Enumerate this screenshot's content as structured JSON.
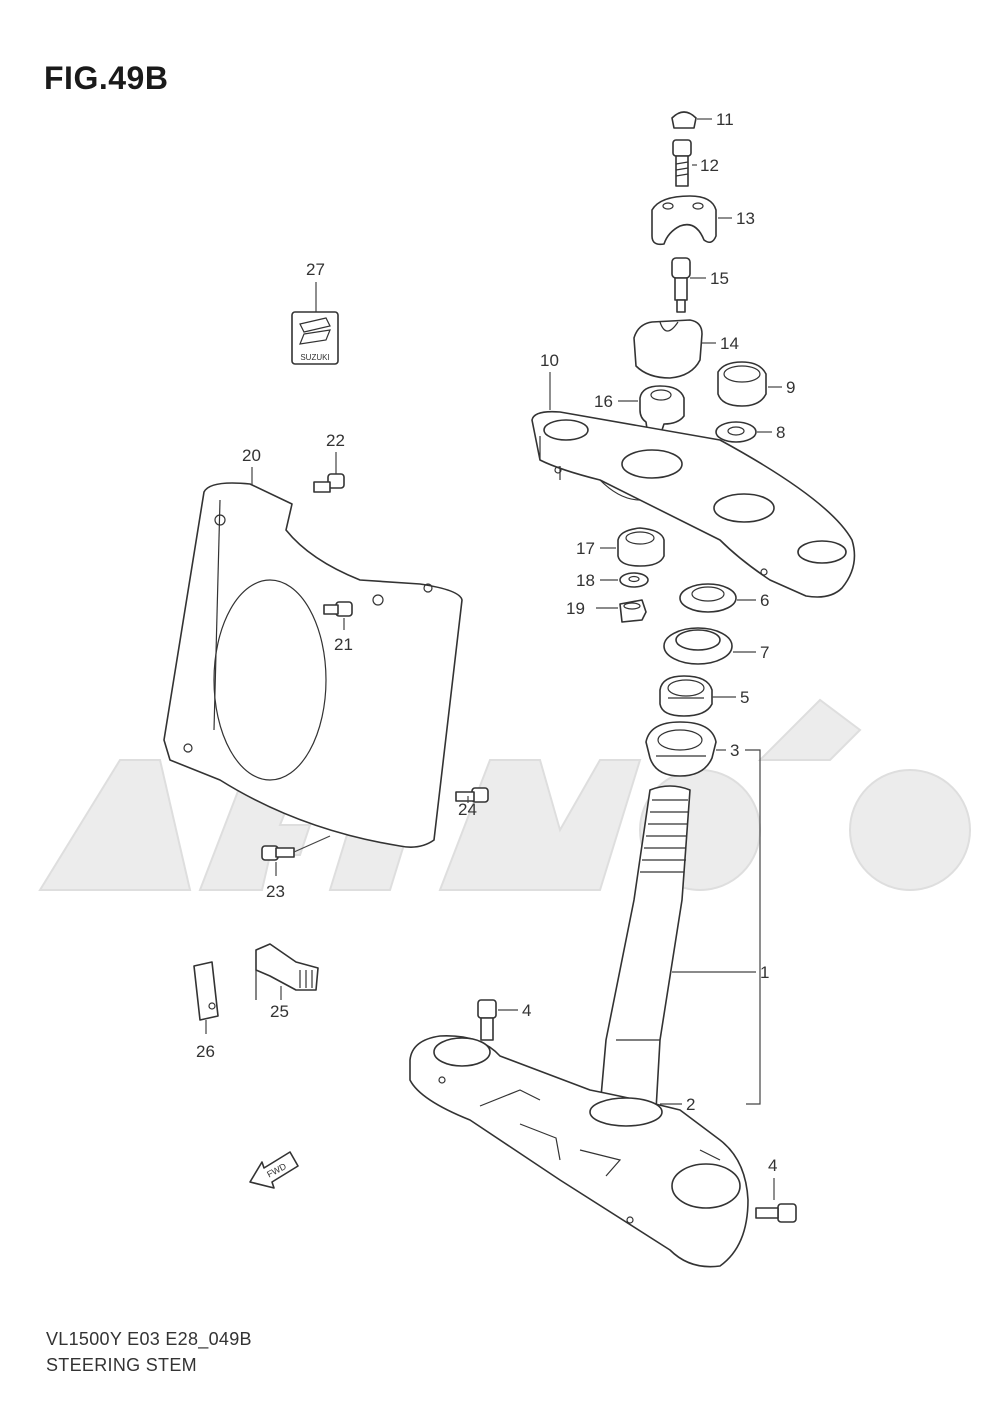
{
  "figure": {
    "title": "FIG.49B",
    "model_code": "VL1500Y E03 E28_049B",
    "caption": "STEERING STEM"
  },
  "emblem": {
    "label": "SUZUKI"
  },
  "fwd_arrow": {
    "label": "FWD"
  },
  "callouts": {
    "c1": "1",
    "c2": "2",
    "c3": "3",
    "c4a": "4",
    "c4b": "4",
    "c5": "5",
    "c6": "6",
    "c7": "7",
    "c8": "8",
    "c9": "9",
    "c10": "10",
    "c11": "11",
    "c12": "12",
    "c13": "13",
    "c14": "14",
    "c15": "15",
    "c16": "16",
    "c17": "17",
    "c18": "18",
    "c19": "19",
    "c20": "20",
    "c21": "21",
    "c22": "22",
    "c23": "23",
    "c24": "24",
    "c25": "25",
    "c26": "26",
    "c27": "27"
  },
  "colors": {
    "line": "#333333",
    "watermark": "#ececec"
  }
}
